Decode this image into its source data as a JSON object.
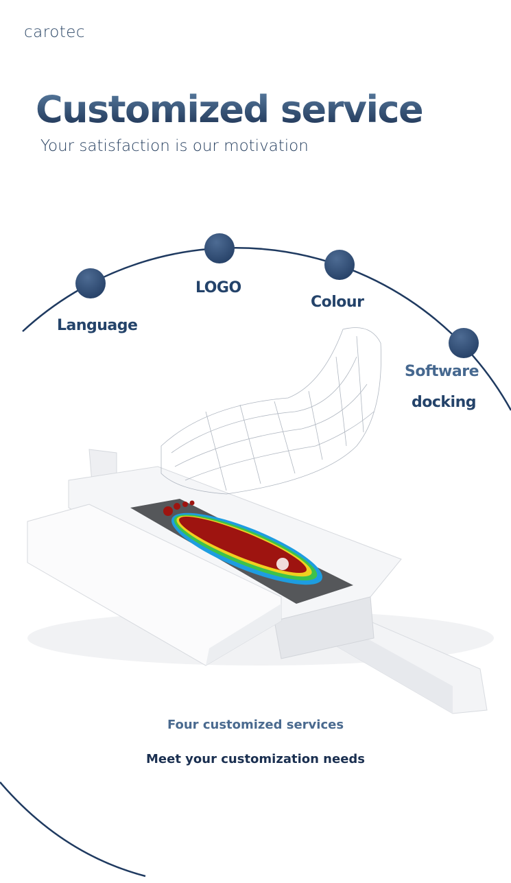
{
  "brand": "carotec",
  "heading": {
    "title": "Customized service",
    "subtitle": "Your satisfaction is our motivation"
  },
  "services": [
    {
      "label": "Language"
    },
    {
      "label": "LOGO"
    },
    {
      "label": "Colour"
    },
    {
      "label_line1": "Software",
      "label_line2": "docking"
    }
  ],
  "footer": {
    "line1": "Four customized services",
    "line2": "Meet your customization needs"
  },
  "colors": {
    "navy": "#1c365c",
    "accent": "#4a6a8f"
  }
}
